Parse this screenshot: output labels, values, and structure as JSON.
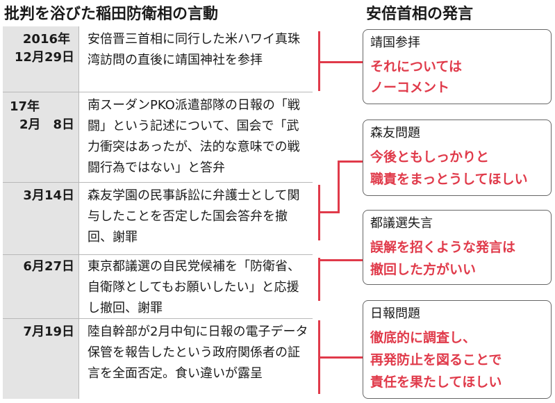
{
  "left_heading": "批判を浴びた稲田防衛相の言動",
  "right_heading": "安倍首相の発言",
  "events": [
    {
      "date_line1": "2016年",
      "date_line2": "12月29日",
      "description": "安倍晋三首相に同行した米ハワイ真珠湾訪問の直後に靖国神社を参拝"
    },
    {
      "date_line1": "17年",
      "date_line2": "2月　8日",
      "description": "南スーダンPKO派遣部隊の日報の「戦闘」という記述について、国会で「武力衝突はあったが、法的な意味での戦闘行為ではない」と答弁"
    },
    {
      "date_line1": "3月14日",
      "date_line2": "",
      "description": "森友学園の民事訴訟に弁護士として関与したことを否定した国会答弁を撤回、謝罪"
    },
    {
      "date_line1": "6月27日",
      "date_line2": "",
      "description": "東京都議選の自民党候補を「防衛省、自衛隊としてもお願いしたい」と応援し撤回、謝罪"
    },
    {
      "date_line1": "7月19日",
      "date_line2": "",
      "description": "陸自幹部が2月中旬に日報の電子データ保管を報告したという政府関係者の証言を全面否定。食い違いが露呈"
    }
  ],
  "responses": [
    {
      "topic": "靖国参拝",
      "quote_lines": [
        "それについては",
        "ノーコメント"
      ]
    },
    {
      "topic": "森友問題",
      "quote_lines": [
        "今後ともしっかりと",
        "職責をまっとうしてほしい"
      ]
    },
    {
      "topic": "都議選失言",
      "quote_lines": [
        "誤解を招くような発言は",
        "撤回した方がいい"
      ]
    },
    {
      "topic": "日報問題",
      "quote_lines": [
        "徹底的に調査し、",
        "再発防止を図ることで",
        "責任を果たしてほしい"
      ]
    }
  ],
  "colors": {
    "accent_red": "#e03a4a",
    "date_bg": "#e4e4e4",
    "border": "#666666"
  }
}
